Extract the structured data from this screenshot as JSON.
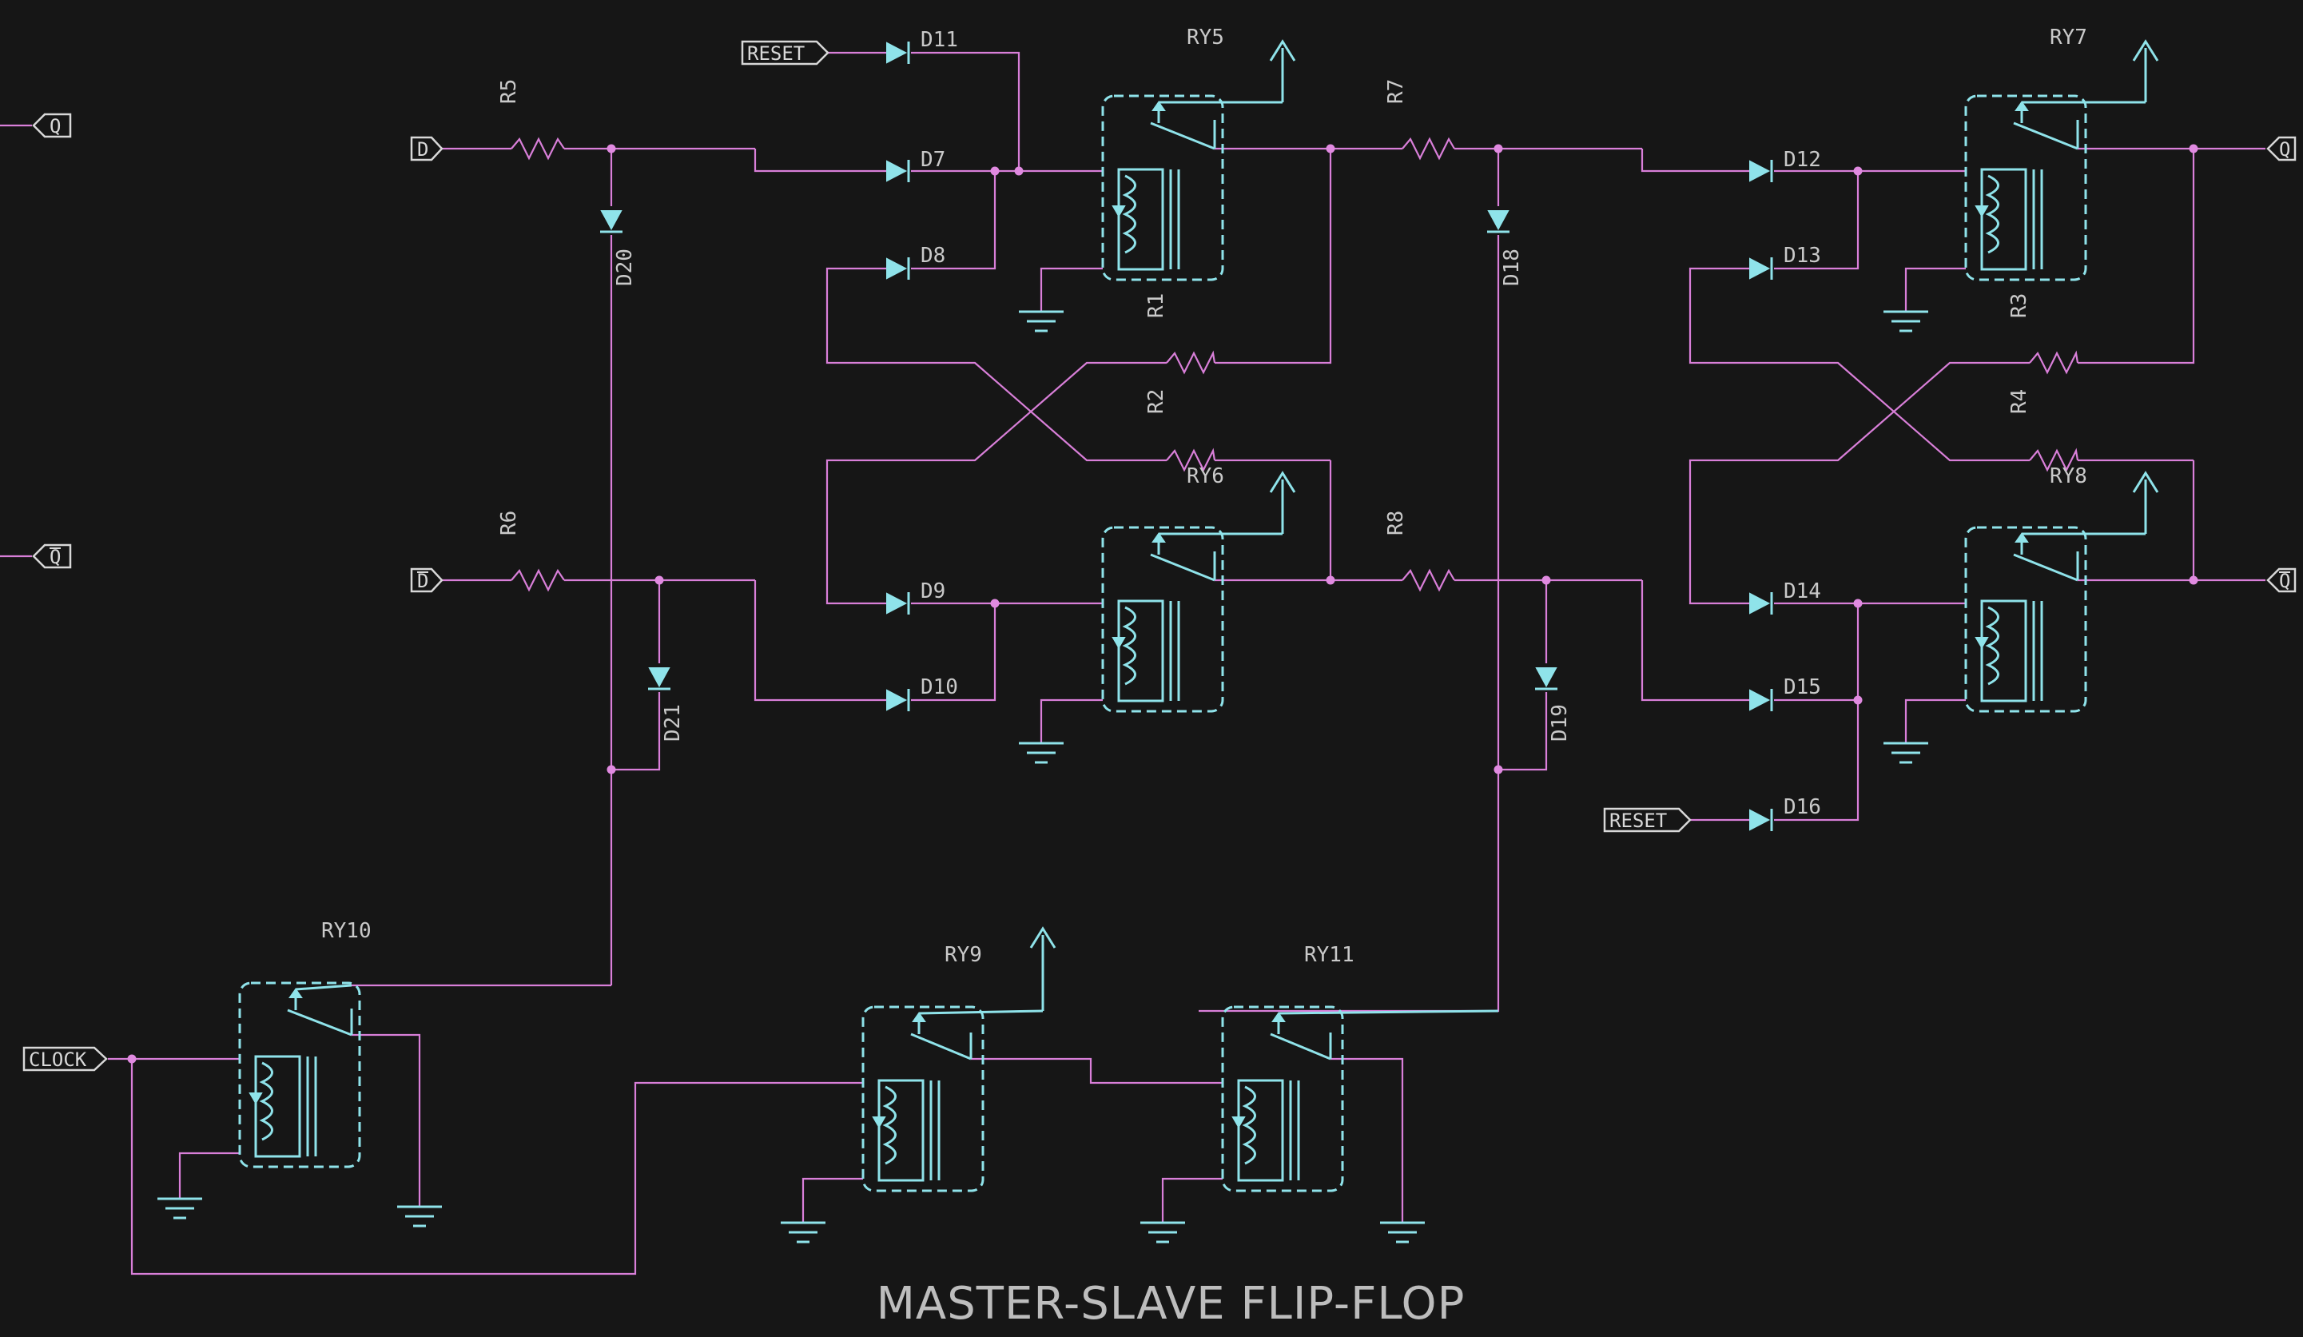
{
  "title": "MASTER-SLAVE FLIP-FLOP",
  "ports": {
    "q_out_left": "Q",
    "qbar_out_left": "Q",
    "d_in": "D",
    "dbar_in": "D",
    "reset_top": "RESET",
    "reset_bottom": "RESET",
    "q_out_right": "Q",
    "qbar_out_right": "Q",
    "clock_in": "CLOCK"
  },
  "resistors": [
    "R1",
    "R2",
    "R3",
    "R4",
    "R5",
    "R6",
    "R7",
    "R8"
  ],
  "diodes": [
    "D7",
    "D8",
    "D9",
    "D10",
    "D11",
    "D12",
    "D13",
    "D14",
    "D15",
    "D16",
    "D18",
    "D19",
    "D20",
    "D21"
  ],
  "relays": [
    "RY5",
    "RY6",
    "RY7",
    "RY8",
    "RY9",
    "RY10",
    "RY11"
  ],
  "colors": {
    "background": "#161616",
    "wire": "#d97fd9",
    "component": "#8fe3ea",
    "text": "#c9c9c9"
  }
}
